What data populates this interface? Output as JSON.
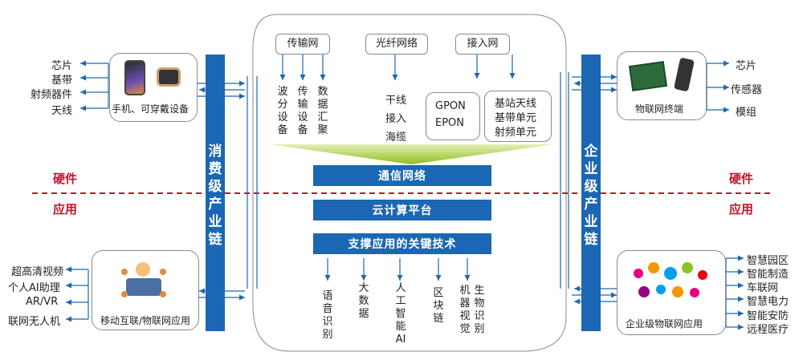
{
  "network": {
    "transmission": "传输网",
    "fiber": "光纤网络",
    "access": "接入网",
    "trans_items": [
      "波分设备",
      "传输设备",
      "数据汇聚"
    ],
    "fiber_items": [
      "干线",
      "接入",
      "海缆"
    ],
    "gpon": "GPON",
    "epon": "EPON",
    "access_items": [
      "基站天线",
      "基带单元",
      "射频单元"
    ]
  },
  "layers": [
    "通信网络",
    "云计算平台",
    "支撑应用的关键技术"
  ],
  "tech": [
    "语音识别",
    "大数据",
    "人工智能AI",
    "区块链",
    "机器视觉",
    "生物识别"
  ],
  "left_bar": "消费级产业链",
  "right_bar": "企业级产业链",
  "divider": {
    "hardware": "硬件",
    "application": "应用"
  },
  "top_left": {
    "caption": "手机、可穿戴设备",
    "items": [
      "芯片",
      "基带",
      "射频器件",
      "天线"
    ]
  },
  "bottom_left": {
    "caption": "移动互联/物联网应用",
    "items": [
      "超高清视频",
      "个人AI助理",
      "AR/VR",
      "联网无人机"
    ]
  },
  "top_right": {
    "caption": "物联网终端",
    "items": [
      "芯片",
      "传感器",
      "模组"
    ]
  },
  "bottom_right": {
    "caption": "企业级物联网应用",
    "items": [
      "智慧园区",
      "智能制造",
      "车联网",
      "智慧电力",
      "智能安防",
      "远程医疗"
    ]
  },
  "colors": {
    "primary": "#1b67b3",
    "divider": "#c0142a",
    "arrow_fill": "#9bc21e"
  }
}
